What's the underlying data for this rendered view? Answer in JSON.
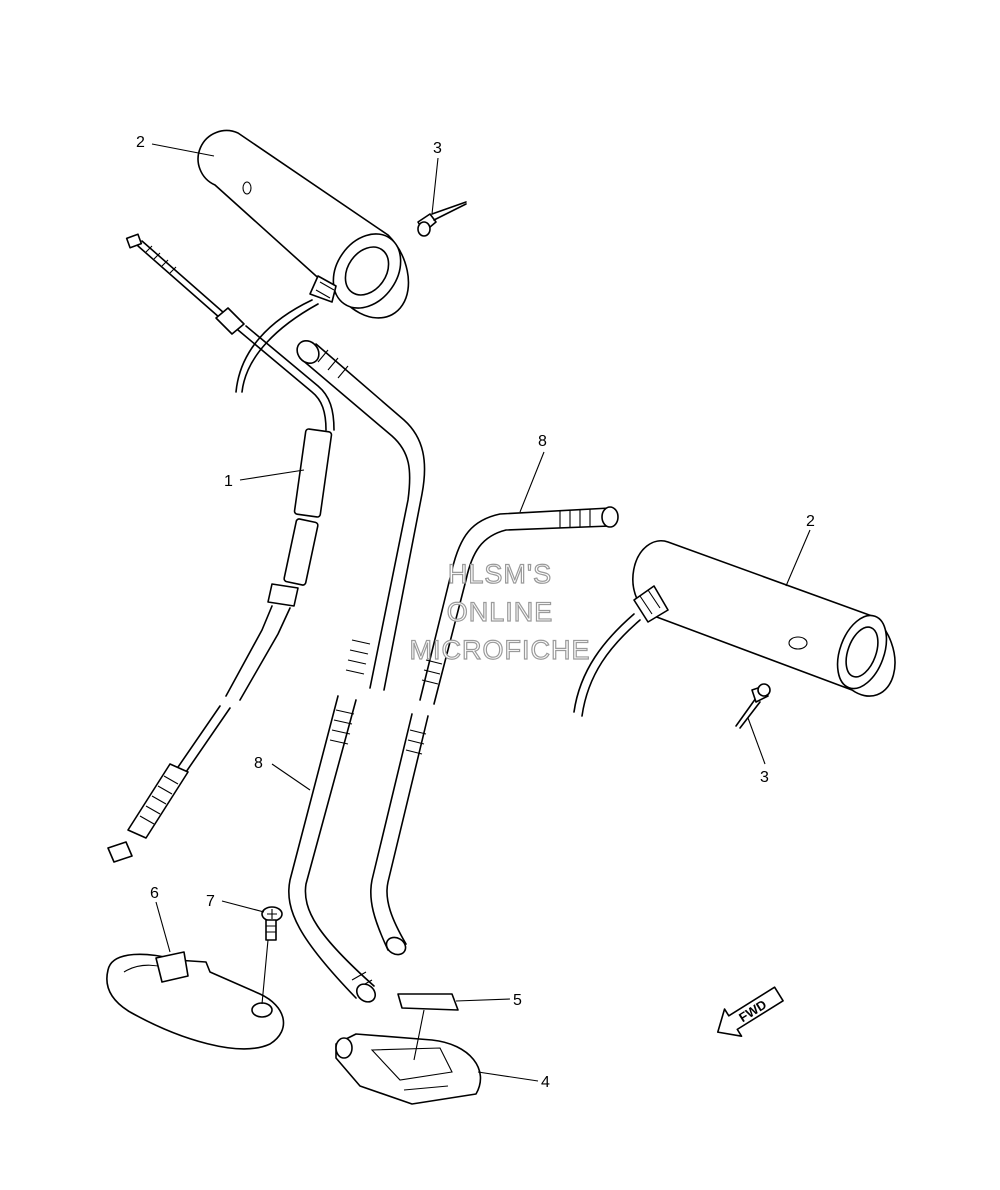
{
  "watermark": {
    "line1": "HLSM'S",
    "line2": "ONLINE",
    "line3": "MICROFICHE"
  },
  "direction_arrow": {
    "label": "FWD",
    "icon": "forward-arrow-icon"
  },
  "callouts": [
    {
      "id": "c2a",
      "label": "2"
    },
    {
      "id": "c3a",
      "label": "3"
    },
    {
      "id": "c1",
      "label": "1"
    },
    {
      "id": "c8a",
      "label": "8"
    },
    {
      "id": "c2b",
      "label": "2"
    },
    {
      "id": "c3b",
      "label": "3"
    },
    {
      "id": "c8b",
      "label": "8"
    },
    {
      "id": "c6",
      "label": "6"
    },
    {
      "id": "c7",
      "label": "7"
    },
    {
      "id": "c5",
      "label": "5"
    },
    {
      "id": "c4",
      "label": "4"
    }
  ]
}
